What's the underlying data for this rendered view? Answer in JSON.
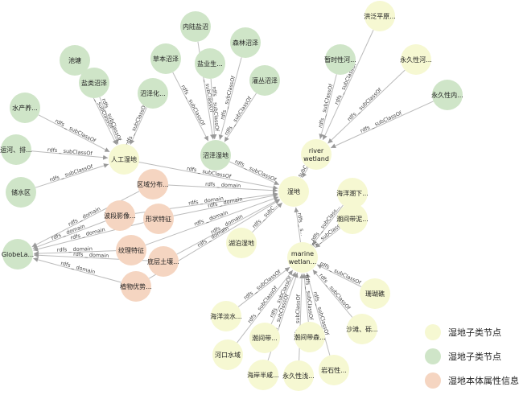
{
  "colors": {
    "yellow": "#f6f8d2",
    "green": "#cfe5c8",
    "orange": "#f5d5c1",
    "edge": "#bbbbbb",
    "arrow": "#999999"
  },
  "legend": [
    {
      "label": "湿地子类节点",
      "color": "#f6f8d2"
    },
    {
      "label": "湿地子类节点",
      "color": "#cfe5c8"
    },
    {
      "label": "湿地本体属性信息",
      "color": "#f5d5c1"
    }
  ],
  "nodes": [
    {
      "id": "shidi",
      "label": "湿地",
      "type": "yellow"
    },
    {
      "id": "rengong",
      "label": "人工湿地",
      "type": "yellow"
    },
    {
      "id": "zhaoze",
      "label": "沼泽湿地",
      "type": "green"
    },
    {
      "id": "river",
      "label": [
        "river",
        "wetland"
      ],
      "type": "yellow"
    },
    {
      "id": "marine",
      "label": [
        "marine",
        "wetlan..."
      ],
      "type": "yellow"
    },
    {
      "id": "hupo",
      "label": "湖泊湿地",
      "type": "yellow"
    },
    {
      "id": "globe",
      "label": "GlobeLa...",
      "type": "green"
    },
    {
      "id": "chitang",
      "label": "池塘",
      "type": "green"
    },
    {
      "id": "yanlei",
      "label": "盐类沼泽",
      "type": "green"
    },
    {
      "id": "shuichan",
      "label": "水产养...",
      "type": "green"
    },
    {
      "id": "yunhe",
      "label": "运河、排...",
      "type": "green"
    },
    {
      "id": "chushui",
      "label": "储水区",
      "type": "green"
    },
    {
      "id": "neilu",
      "label": "内陆盐沼",
      "type": "green"
    },
    {
      "id": "caoben",
      "label": "草本沼泽",
      "type": "green"
    },
    {
      "id": "senlin",
      "label": "森林沼泽",
      "type": "green"
    },
    {
      "id": "yansheng",
      "label": "盐业生...",
      "type": "green"
    },
    {
      "id": "zhaozehua",
      "label": "沼泽化...",
      "type": "green"
    },
    {
      "id": "guancong",
      "label": "灌丛沼泽",
      "type": "green"
    },
    {
      "id": "hongfan",
      "label": "洪泛平原...",
      "type": "yellow"
    },
    {
      "id": "zanshi",
      "label": "暂时性河...",
      "type": "green"
    },
    {
      "id": "yongjiuhe",
      "label": "永久性河...",
      "type": "yellow"
    },
    {
      "id": "yongjiunei",
      "label": "永久性内...",
      "type": "green"
    },
    {
      "id": "quyu",
      "label": "区域分布...",
      "type": "orange"
    },
    {
      "id": "boduan",
      "label": "波段影像...",
      "type": "orange"
    },
    {
      "id": "xingzhuang",
      "label": "形状特征",
      "type": "orange"
    },
    {
      "id": "wenli",
      "label": "纹理特征",
      "type": "orange"
    },
    {
      "id": "dicheng",
      "label": "底层土壤...",
      "type": "orange"
    },
    {
      "id": "zhiwu",
      "label": "植物优势...",
      "type": "orange"
    },
    {
      "id": "haiyangqian",
      "label": "海洋潮下...",
      "type": "yellow"
    },
    {
      "id": "chaojianni",
      "label": "潮间带泥...",
      "type": "yellow"
    },
    {
      "id": "shanhu",
      "label": "珊瑚礁",
      "type": "yellow"
    },
    {
      "id": "shatan",
      "label": "沙滩、砾...",
      "type": "yellow"
    },
    {
      "id": "yanshi",
      "label": "岩石性...",
      "type": "yellow"
    },
    {
      "id": "yongjiuqian",
      "label": "永久性浅...",
      "type": "yellow"
    },
    {
      "id": "chaojiansen",
      "label": "潮间带森...",
      "type": "yellow"
    },
    {
      "id": "haian",
      "label": "海岸半咸...",
      "type": "yellow"
    },
    {
      "id": "chaojiandai",
      "label": "潮间带...",
      "type": "yellow"
    },
    {
      "id": "hekou",
      "label": "河口水域",
      "type": "yellow"
    },
    {
      "id": "haiyangdan",
      "label": "海洋淡水...",
      "type": "yellow"
    }
  ],
  "edges": [
    {
      "from": "rengong",
      "to": "shidi",
      "label": "rdfs _ subClassOf"
    },
    {
      "from": "zhaoze",
      "to": "shidi",
      "label": "rdfs _ subClassOf"
    },
    {
      "from": "river",
      "to": "shidi",
      "label": "rdfs _ subClassOf"
    },
    {
      "from": "marine",
      "to": "shidi",
      "label": "rdfs _ s..."
    },
    {
      "from": "hupo",
      "to": "shidi",
      "label": "rdfs _ subC..."
    },
    {
      "from": "chitang",
      "to": "rengong",
      "label": "rdfs _ subClassOf"
    },
    {
      "from": "yanlei",
      "to": "rengong",
      "label": "rdfs _ subClassOf"
    },
    {
      "from": "shuichan",
      "to": "rengong",
      "label": "rdfs _ subClassOf"
    },
    {
      "from": "yunhe",
      "to": "rengong",
      "label": "rdfs _ subClassOf"
    },
    {
      "from": "chushui",
      "to": "rengong",
      "label": "rdfs _ subClassOf"
    },
    {
      "from": "zhaozehua",
      "to": "rengong",
      "label": "rdfs _ subClassOf"
    },
    {
      "from": "neilu",
      "to": "zhaoze",
      "label": "rdfs _ subClassOf"
    },
    {
      "from": "caoben",
      "to": "zhaoze",
      "label": "rdfs _ subClassOf"
    },
    {
      "from": "senlin",
      "to": "zhaoze",
      "label": "rdfs _ subClassOf"
    },
    {
      "from": "yansheng",
      "to": "zhaoze",
      "label": "rdfs _ subClassOf"
    },
    {
      "from": "guancong",
      "to": "zhaoze",
      "label": "rdfs _ subClassOf"
    },
    {
      "from": "hongfan",
      "to": "river",
      "label": "rdfs _ subClassOf"
    },
    {
      "from": "zanshi",
      "to": "river",
      "label": "rdfs _ subClassOf"
    },
    {
      "from": "yongjiuhe",
      "to": "river",
      "label": "rdfs _ subClassOf"
    },
    {
      "from": "yongjiunei",
      "to": "river",
      "label": "rdfs _ subClassOf"
    },
    {
      "from": "quyu",
      "to": "shidi",
      "label": "rdfs _ domain"
    },
    {
      "from": "boduan",
      "to": "shidi",
      "label": "rdfs _ domain"
    },
    {
      "from": "xingzhuang",
      "to": "shidi",
      "label": "rdfs _ domain"
    },
    {
      "from": "wenli",
      "to": "shidi",
      "label": "rdfs _ domain"
    },
    {
      "from": "dicheng",
      "to": "shidi",
      "label": "rdfs _ domain"
    },
    {
      "from": "zhiwu",
      "to": "shidi",
      "label": "rdfs _ domain"
    },
    {
      "from": "quyu",
      "to": "globe",
      "label": "rdfs _ domain"
    },
    {
      "from": "boduan",
      "to": "globe",
      "label": "rdfs _ domain"
    },
    {
      "from": "xingzhuang",
      "to": "globe",
      "label": "rdfs _ domain"
    },
    {
      "from": "wenli",
      "to": "globe",
      "label": "rdfs _ domain"
    },
    {
      "from": "dicheng",
      "to": "globe",
      "label": "rdfs _ domain"
    },
    {
      "from": "zhiwu",
      "to": "globe",
      "label": "rdfs _ domain"
    },
    {
      "from": "haiyangqian",
      "to": "marine",
      "label": "rdfs _ subClass..."
    },
    {
      "from": "chaojianni",
      "to": "marine",
      "label": "rdfs _ subClass..."
    },
    {
      "from": "shanhu",
      "to": "marine",
      "label": "rdfs _ subClassOf"
    },
    {
      "from": "shatan",
      "to": "marine",
      "label": "rdfs _ subClassOf"
    },
    {
      "from": "yanshi",
      "to": "marine",
      "label": "rdfs _ subClassOf"
    },
    {
      "from": "yongjiuqian",
      "to": "marine",
      "label": "rdfs _ subClassOf"
    },
    {
      "from": "chaojiansen",
      "to": "marine",
      "label": "rdfs _ subClassOf"
    },
    {
      "from": "haian",
      "to": "marine",
      "label": "rdfs _ subClassOf"
    },
    {
      "from": "chaojiandai",
      "to": "marine",
      "label": "rdfs _ subClassOf"
    },
    {
      "from": "hekou",
      "to": "marine",
      "label": "rdfs _ subClassOf"
    },
    {
      "from": "haiyangdan",
      "to": "marine",
      "label": "rdfs _ subClassOf"
    }
  ]
}
